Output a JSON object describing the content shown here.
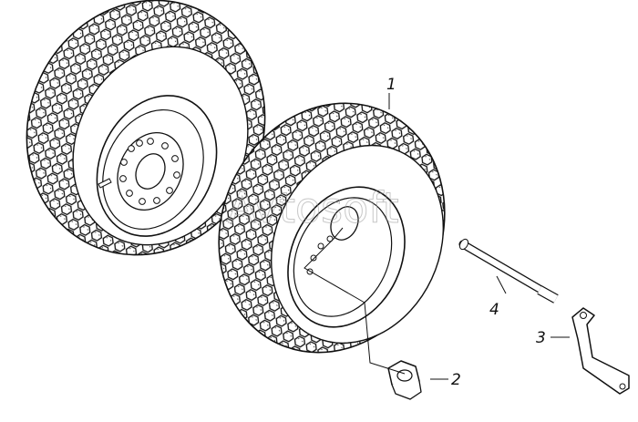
{
  "diagram": {
    "callouts": [
      {
        "id": "1",
        "label": "1"
      },
      {
        "id": "2",
        "label": "2"
      },
      {
        "id": "3",
        "label": "3"
      },
      {
        "id": "4",
        "label": "4"
      }
    ],
    "watermark": "Avtosoft",
    "colors": {
      "ink": "#111111",
      "paper": "#ffffff"
    }
  }
}
